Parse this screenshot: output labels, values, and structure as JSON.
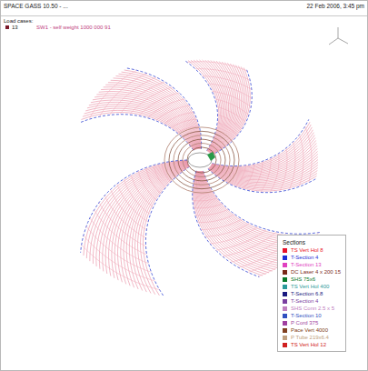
{
  "diagram": {
    "title": "SPACE GASS 10.50 - ...",
    "labels": [
      "22 Feb 2006, 3:45 pm",
      "Load cases:",
      "13",
      "SW1 - self weight 1000 000 91",
      "Sections"
    ],
    "legend": [
      {
        "text": "TS Vert Hol 8",
        "color": "#e8132b"
      },
      {
        "text": "T-Section 4",
        "color": "#1d2fd6"
      },
      {
        "text": "T-Section 13",
        "color": "#e040c0"
      },
      {
        "text": "DC Laser 4 x 200 15",
        "color": "#7a2a1a"
      },
      {
        "text": "SHS 75x6",
        "color": "#0a7a2a"
      },
      {
        "text": "TS Vert Hol 400",
        "color": "#2a9a9a"
      },
      {
        "text": "T-Section 6.8",
        "color": "#1a1a80"
      },
      {
        "text": "T-Section 4",
        "color": "#7a40a0"
      },
      {
        "text": "SHS Conn 2.5 x 5",
        "color": "#c080c0"
      },
      {
        "text": "T-Section 10",
        "color": "#3050c0"
      },
      {
        "text": "P Cord 375",
        "color": "#a040a0"
      },
      {
        "text": "Pace Vert 4000",
        "color": "#804020"
      },
      {
        "text": "P Tube 219x6.4",
        "color": "#c0a080"
      },
      {
        "text": "TS Vert Hol 12",
        "color": "#d02020"
      }
    ]
  }
}
